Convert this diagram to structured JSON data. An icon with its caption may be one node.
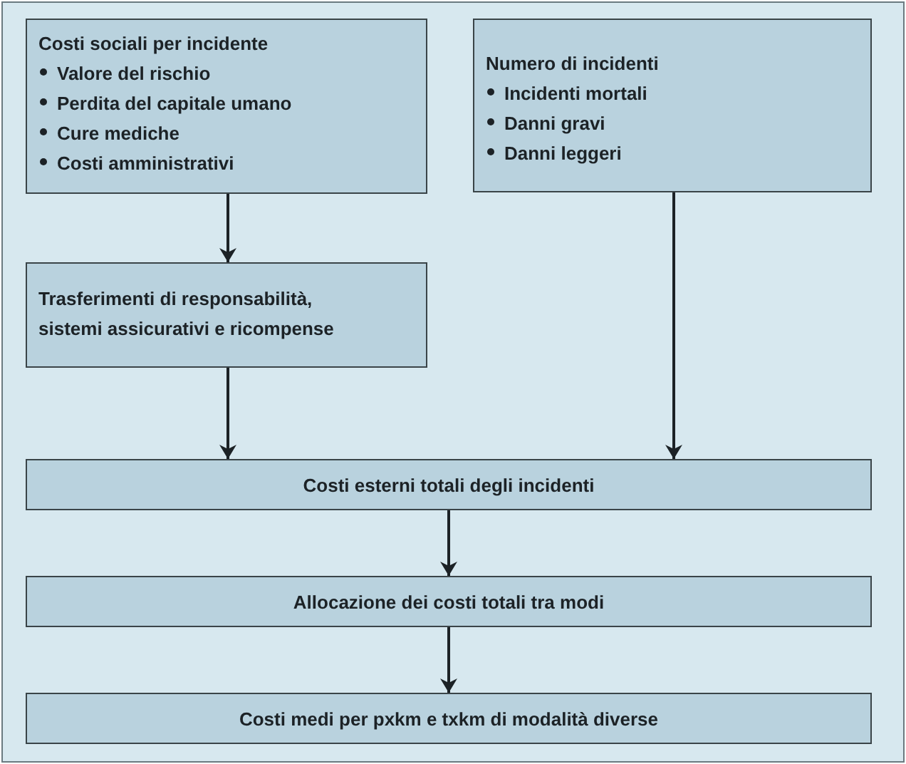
{
  "diagram": {
    "nodes": [
      {
        "text": [
          "Costi sociali per incidente",
          "Valore del rischio",
          "Perdita del capitale umano",
          "Cure mediche",
          "Costi amministrativi"
        ]
      },
      {
        "text": [
          "Numero di incidenti",
          "Incidenti mortali",
          "Danni gravi",
          "Danni leggeri"
        ]
      },
      {
        "text": [
          "Trasferimenti di responsabilità, sistemi assicurativi e ricompense"
        ]
      },
      {
        "text": [
          "Costi esterni totali degli incidenti"
        ]
      },
      {
        "text": [
          "Allocazione dei costi totali tra modi"
        ]
      },
      {
        "text": [
          "Costi medi per pxkm e txkm di modalità diverse"
        ]
      }
    ],
    "edges": [
      {
        "from": 0,
        "to": 2,
        "arrow": "to"
      },
      {
        "from": 2,
        "to": 3,
        "arrow": "to"
      },
      {
        "from": 1,
        "to": 3,
        "arrow": "to"
      },
      {
        "from": 3,
        "to": 4,
        "arrow": "to"
      },
      {
        "from": 4,
        "to": 5,
        "arrow": "to"
      }
    ]
  }
}
